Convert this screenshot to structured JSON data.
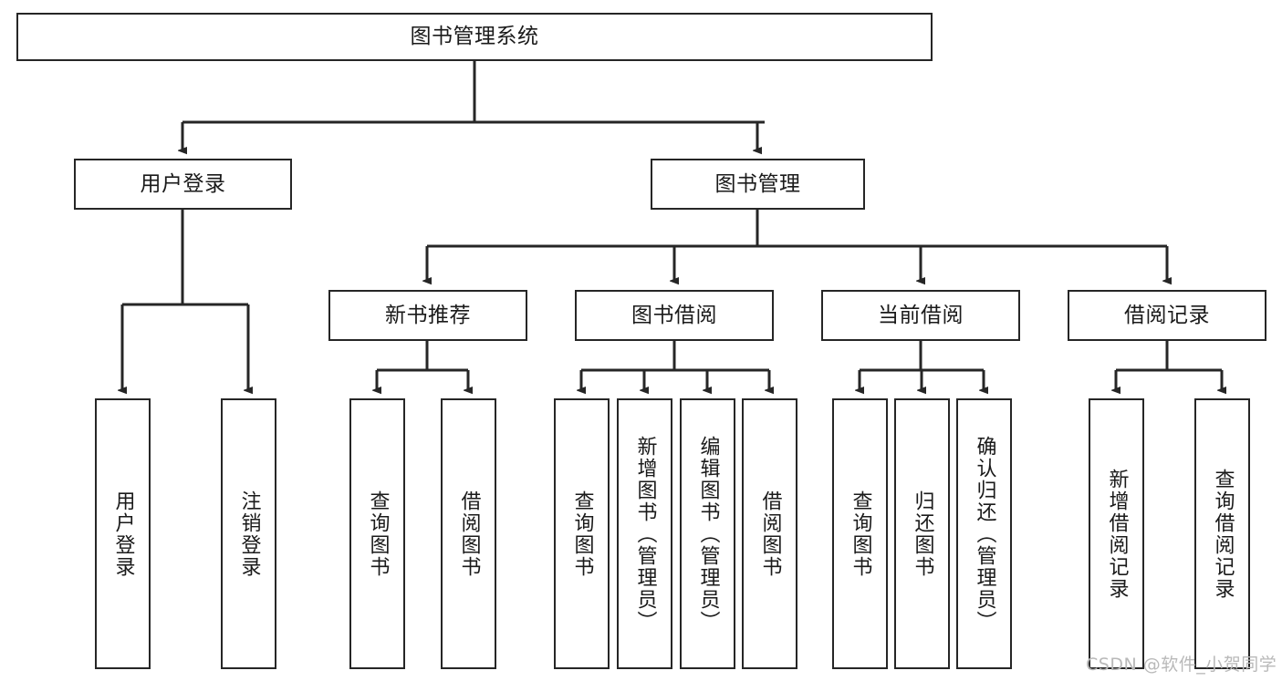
{
  "diagram": {
    "title": "图书管理系统",
    "type": "tree-hierarchy-chart",
    "stroke_color": "#262626",
    "fill_color": "#ffffff"
  },
  "nodes": {
    "root": {
      "label": "图书管理系统"
    },
    "level1": [
      {
        "label": "用户登录"
      },
      {
        "label": "图书管理"
      }
    ],
    "level2": [
      {
        "label": "新书推荐"
      },
      {
        "label": "图书借阅"
      },
      {
        "label": "当前借阅"
      },
      {
        "label": "借阅记录"
      }
    ],
    "leaves_user_login": [
      {
        "label": "用户登录"
      },
      {
        "label": "注销登录"
      }
    ],
    "leaves_new_book": [
      {
        "label": "查询图书"
      },
      {
        "label": "借阅图书"
      }
    ],
    "leaves_borrow": [
      {
        "label": "查询图书"
      },
      {
        "label": "新增图书（管理员）"
      },
      {
        "label": "编辑图书（管理员）"
      },
      {
        "label": "借阅图书"
      }
    ],
    "leaves_current": [
      {
        "label": "查询图书"
      },
      {
        "label": "归还图书"
      },
      {
        "label": "确认归还（管理员）"
      }
    ],
    "leaves_records": [
      {
        "label": "新增借阅记录"
      },
      {
        "label": "查询借阅记录"
      }
    ]
  },
  "watermark": {
    "text": "CSDN @软件_小贺同学",
    "color": "#b9b9b9"
  }
}
